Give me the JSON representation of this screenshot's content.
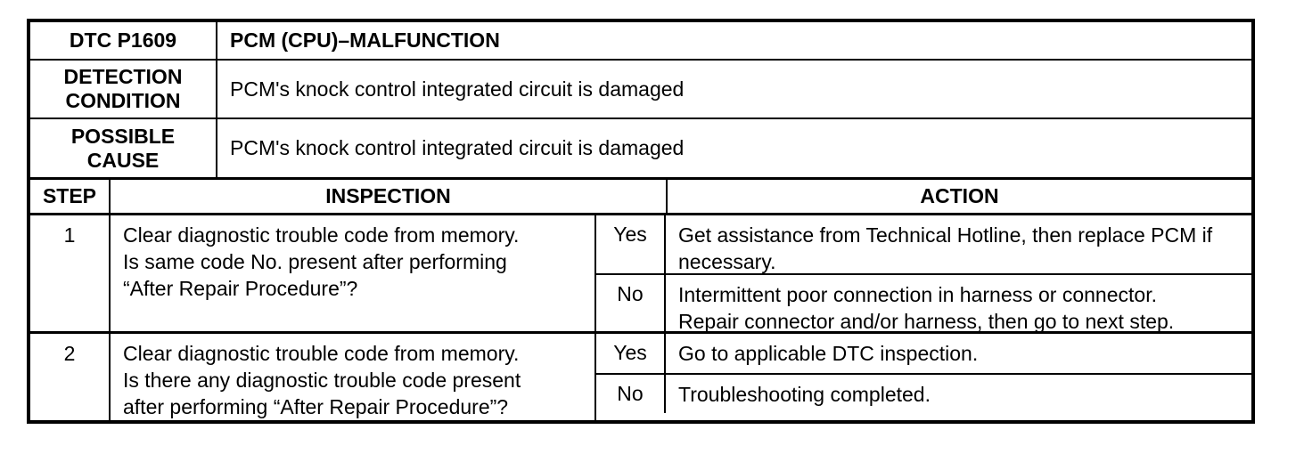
{
  "colors": {
    "border": "#000000",
    "background": "#ffffff",
    "text": "#000000"
  },
  "table": {
    "dtc": {
      "label": "DTC P1609",
      "title": "PCM (CPU)–MALFUNCTION"
    },
    "detection_condition": {
      "label": "DETECTION\nCONDITION",
      "text": "PCM's knock control integrated circuit is damaged"
    },
    "possible_cause": {
      "label": "POSSIBLE\nCAUSE",
      "text": "PCM's knock control integrated circuit is damaged"
    },
    "steps_header": {
      "step": "STEP",
      "inspection": "INSPECTION",
      "action": "ACTION"
    },
    "steps": [
      {
        "number": "1",
        "inspection": "Clear diagnostic trouble code from memory.\nIs same code No. present after performing\n“After Repair Procedure”?",
        "outcomes": [
          {
            "answer": "Yes",
            "action": "Get assistance from Technical Hotline, then replace PCM if\nnecessary."
          },
          {
            "answer": "No",
            "action": "Intermittent poor connection in harness or connector.\nRepair connector and/or harness, then go to next step."
          }
        ]
      },
      {
        "number": "2",
        "inspection": "Clear diagnostic trouble code from memory.\nIs there any diagnostic trouble code present\nafter performing “After Repair Procedure”?",
        "outcomes": [
          {
            "answer": "Yes",
            "action": "Go to applicable DTC inspection."
          },
          {
            "answer": "No",
            "action": "Troubleshooting completed."
          }
        ]
      }
    ]
  }
}
